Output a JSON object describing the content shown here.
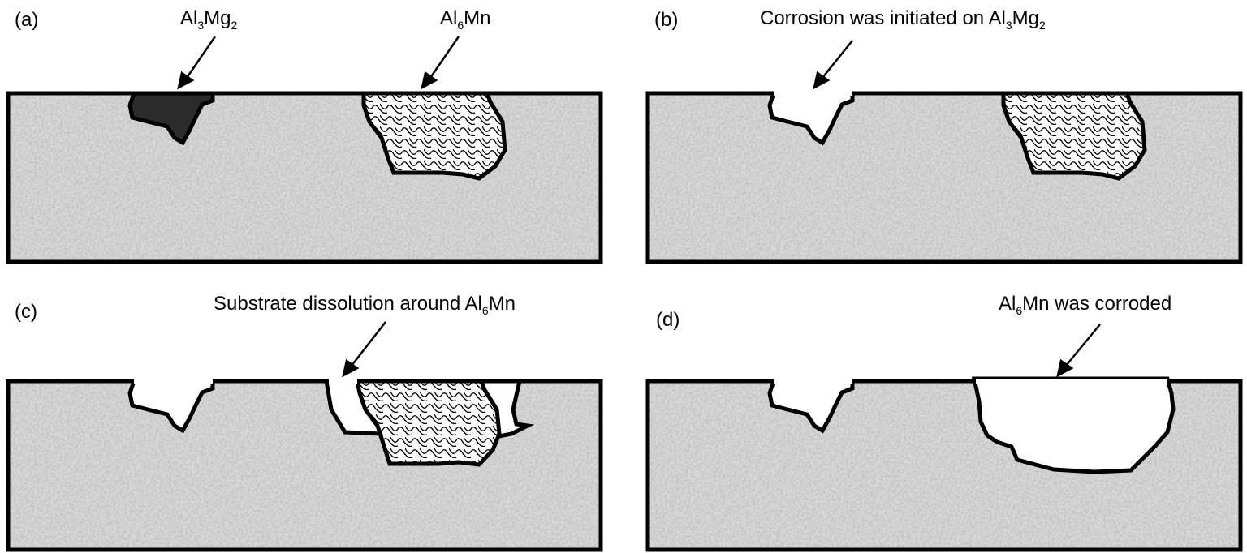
{
  "panels": [
    {
      "id": "(a)",
      "labels": [
        {
          "main": "Al",
          "sub": "3",
          "main2": "Mg",
          "sub2": "2"
        },
        {
          "main": "Al",
          "sub": "6",
          "main2": "Mn",
          "sub2": ""
        }
      ]
    },
    {
      "id": "(b)",
      "labels": [
        {
          "main": "Corrosion was initiated on Al",
          "sub": "3",
          "main2": "Mg",
          "sub2": "2"
        }
      ]
    },
    {
      "id": "(c)",
      "labels": [
        {
          "main": "Substrate dissolution around Al",
          "sub": "6",
          "main2": "Mn",
          "sub2": ""
        }
      ]
    },
    {
      "id": "(d)",
      "labels": [
        {
          "main": "Al",
          "sub": "6",
          "main2": "Mn was corroded",
          "sub2": ""
        }
      ]
    }
  ],
  "colors": {
    "matrix": "#d6d6d6",
    "precipitate_dark": "#2b2b2b",
    "outline": "#000000"
  }
}
